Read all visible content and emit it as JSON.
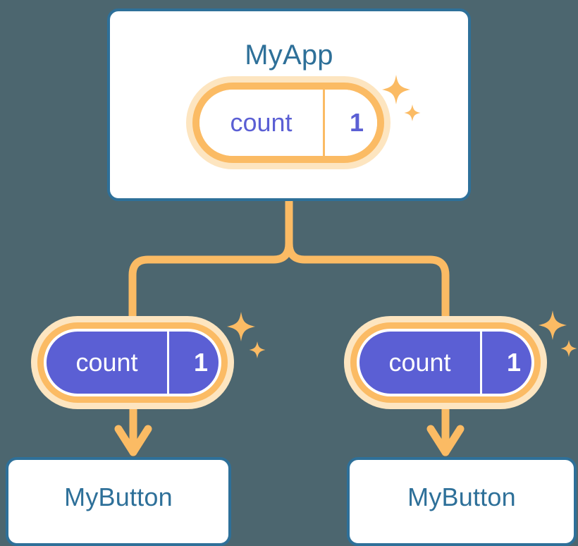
{
  "theme": {
    "background": "#4c666f",
    "card_border": "#2e7099",
    "card_fill": "#ffffff",
    "title_text": "#2e7099",
    "accent_orange": "#fbbb64",
    "accent_orange_halo": "#fde5c0",
    "indigo": "#5b5fd4",
    "pill_text_light": "#ffffff"
  },
  "diagram": {
    "type": "component-tree",
    "root": {
      "name": "card-myapp",
      "title": "MyApp",
      "state": {
        "key": "count",
        "value": "1",
        "sparkle": true
      }
    },
    "children": [
      {
        "name": "card-button-left",
        "title": "MyButton",
        "state": {
          "key": "count",
          "value": "1",
          "sparkle": true
        }
      },
      {
        "name": "card-button-right",
        "title": "MyButton",
        "state": {
          "key": "count",
          "value": "1",
          "sparkle": true
        }
      }
    ],
    "connectors": {
      "style": "orange-elbow",
      "arrowheads": 2,
      "description": "MyApp splits into two branches, each feeding a count state pill which arrows into a MyButton component"
    },
    "icons": {
      "sparkle_large": "sparkle-star-icon",
      "sparkle_small": "sparkle-star-small-icon",
      "arrow": "arrow-down-icon"
    }
  }
}
